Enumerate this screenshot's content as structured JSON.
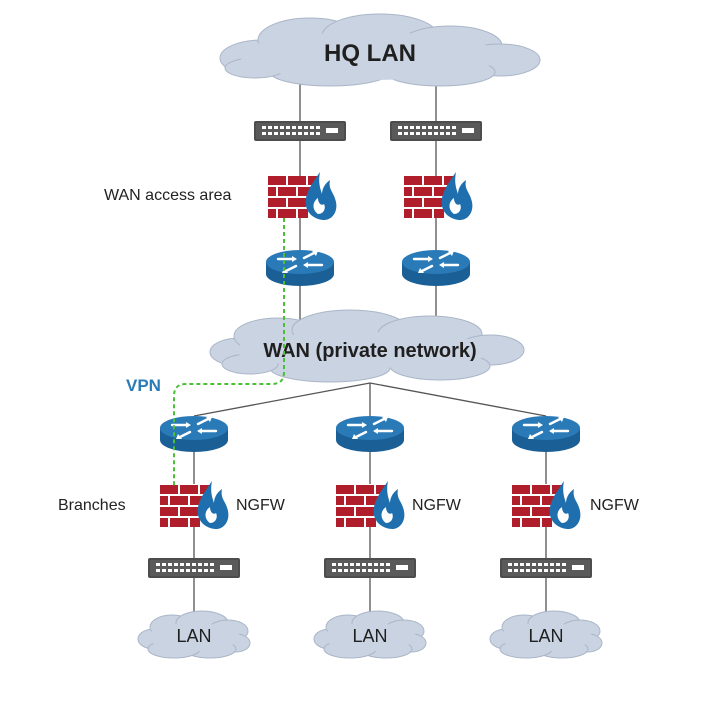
{
  "colors": {
    "cloud_fill": "#c9d3e2",
    "cloud_stroke": "#aab6c7",
    "line": "#555555",
    "router": "#1f6fae",
    "firewall_brick": "#b01e2c",
    "firewall_flame": "#1f6fae",
    "switch_body": "#4d4d4d",
    "vpn": "#4bbf36",
    "vpn_text": "#2a7ab8"
  },
  "diagram": {
    "hq_label": "HQ LAN",
    "wan_label": "WAN (private network)",
    "wan_access_label": "WAN access area",
    "vpn_label": "VPN",
    "branches_label": "Branches",
    "branches": [
      {
        "fw_label": "NGFW",
        "lan_label": "LAN"
      },
      {
        "fw_label": "NGFW",
        "lan_label": "LAN"
      },
      {
        "fw_label": "NGFW",
        "lan_label": "LAN"
      }
    ]
  }
}
